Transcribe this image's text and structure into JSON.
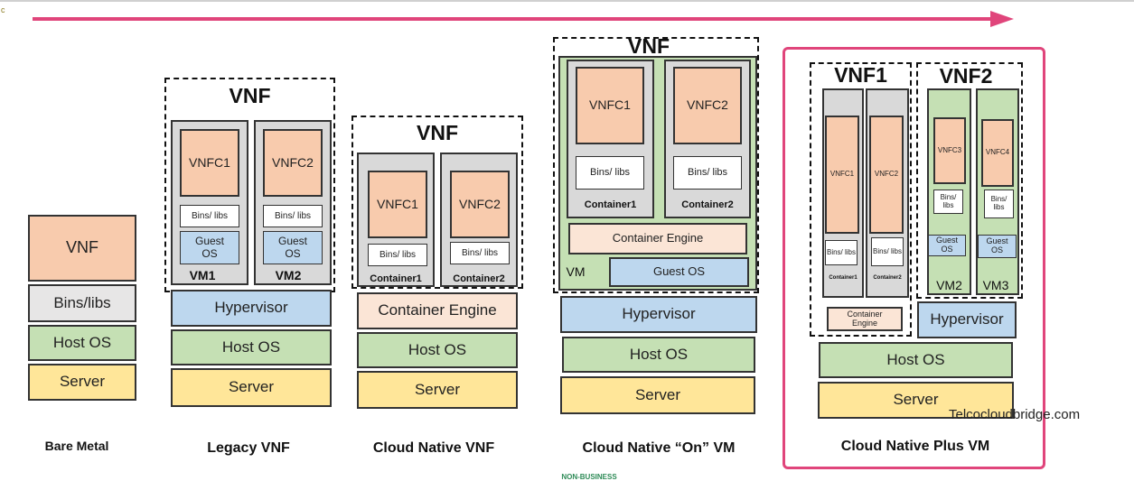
{
  "corner_mark": "c",
  "watermark": "Telcocloudbridge.com",
  "footer_classification": "NON-BUSINESS",
  "colors": {
    "arrow": "#e0457b",
    "highlight": "#e0457b",
    "vnfc": "#f8cbad",
    "bins": "#e7e6e6",
    "host_os": "#c5e0b4",
    "server": "#ffe699",
    "hypervisor": "#bdd7ee",
    "container_engine": "#fbe5d6"
  },
  "bare_metal": {
    "caption": "Bare Metal",
    "vnf": "VNF",
    "bins": "Bins/libs",
    "host_os": "Host OS",
    "server": "Server"
  },
  "legacy": {
    "caption": "Legacy VNF",
    "vnf_title": "VNF",
    "vm1": {
      "vnfc": "VNFC1",
      "bins": "Bins/ libs",
      "guest_os": "Guest OS",
      "label": "VM1"
    },
    "vm2": {
      "vnfc": "VNFC2",
      "bins": "Bins/ libs",
      "guest_os": "Guest OS",
      "label": "VM2"
    },
    "hypervisor": "Hypervisor",
    "host_os": "Host OS",
    "server": "Server"
  },
  "cloud_native": {
    "caption": "Cloud Native VNF",
    "vnf_title": "VNF",
    "c1": {
      "vnfc": "VNFC1",
      "bins": "Bins/ libs",
      "label": "Container1"
    },
    "c2": {
      "vnfc": "VNFC2",
      "bins": "Bins/ libs",
      "label": "Container2"
    },
    "container_engine": "Container Engine",
    "host_os": "Host OS",
    "server": "Server"
  },
  "on_vm": {
    "caption": "Cloud Native “On” VM",
    "vnf_title": "VNF",
    "c1": {
      "vnfc": "VNFC1",
      "bins": "Bins/ libs",
      "label": "Container1"
    },
    "c2": {
      "vnfc": "VNFC2",
      "bins": "Bins/ libs",
      "label": "Container2"
    },
    "container_engine": "Container Engine",
    "vm_label": "VM",
    "guest_os": "Guest OS",
    "hypervisor": "Hypervisor",
    "host_os": "Host OS",
    "server": "Server"
  },
  "plus_vm": {
    "caption": "Cloud Native Plus  VM",
    "vnf1_title": "VNF1",
    "vnf2_title": "VNF2",
    "c1": {
      "vnfc": "VNFC1",
      "bins": "Bins/ libs",
      "label": "Container1"
    },
    "c2": {
      "vnfc": "VNFC2",
      "bins": "Bins/ libs",
      "label": "Container2"
    },
    "container_engine": "Container Engine",
    "vm2": {
      "vnfc": "VNFC3",
      "bins": "Bins/ libs",
      "guest_os": "Guest OS",
      "label": "VM2"
    },
    "vm3": {
      "vnfc": "VNFC4",
      "bins": "Bins/ libs",
      "guest_os": "Guest OS",
      "label": "VM3"
    },
    "hypervisor": "Hypervisor",
    "host_os": "Host OS",
    "server": "Server"
  }
}
